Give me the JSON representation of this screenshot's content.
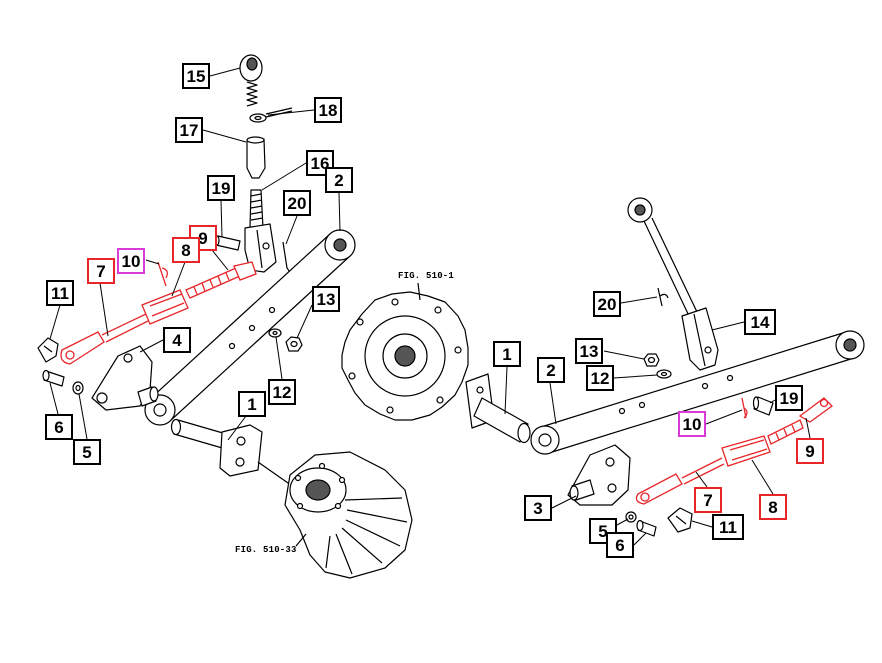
{
  "figure_labels": {
    "right_housing": "FIG. 510-1",
    "left_housing": "FIG. 510-33"
  },
  "colors": {
    "line": "#000000",
    "highlight_red": "#e8262a",
    "highlight_magenta": "#d83cd8",
    "background": "#ffffff"
  },
  "left_callouts": [
    {
      "label": "15",
      "color": "#000000"
    },
    {
      "label": "18",
      "color": "#000000"
    },
    {
      "label": "17",
      "color": "#000000"
    },
    {
      "label": "16",
      "color": "#000000"
    },
    {
      "label": "2",
      "color": "#000000"
    },
    {
      "label": "19",
      "color": "#000000"
    },
    {
      "label": "20",
      "color": "#000000"
    },
    {
      "label": "9",
      "color": "#e8262a"
    },
    {
      "label": "8",
      "color": "#e8262a"
    },
    {
      "label": "10",
      "color": "#d83cd8"
    },
    {
      "label": "7",
      "color": "#e8262a"
    },
    {
      "label": "11",
      "color": "#000000"
    },
    {
      "label": "13",
      "color": "#000000"
    },
    {
      "label": "4",
      "color": "#000000"
    },
    {
      "label": "12",
      "color": "#000000"
    },
    {
      "label": "1",
      "color": "#000000"
    },
    {
      "label": "6",
      "color": "#000000"
    },
    {
      "label": "5",
      "color": "#000000"
    }
  ],
  "right_callouts": [
    {
      "label": "20",
      "color": "#000000"
    },
    {
      "label": "14",
      "color": "#000000"
    },
    {
      "label": "1",
      "color": "#000000"
    },
    {
      "label": "13",
      "color": "#000000"
    },
    {
      "label": "2",
      "color": "#000000"
    },
    {
      "label": "12",
      "color": "#000000"
    },
    {
      "label": "19",
      "color": "#000000"
    },
    {
      "label": "10",
      "color": "#d83cd8"
    },
    {
      "label": "9",
      "color": "#e8262a"
    },
    {
      "label": "7",
      "color": "#e8262a"
    },
    {
      "label": "3",
      "color": "#000000"
    },
    {
      "label": "8",
      "color": "#e8262a"
    },
    {
      "label": "11",
      "color": "#000000"
    },
    {
      "label": "5",
      "color": "#000000"
    },
    {
      "label": "6",
      "color": "#000000"
    }
  ]
}
